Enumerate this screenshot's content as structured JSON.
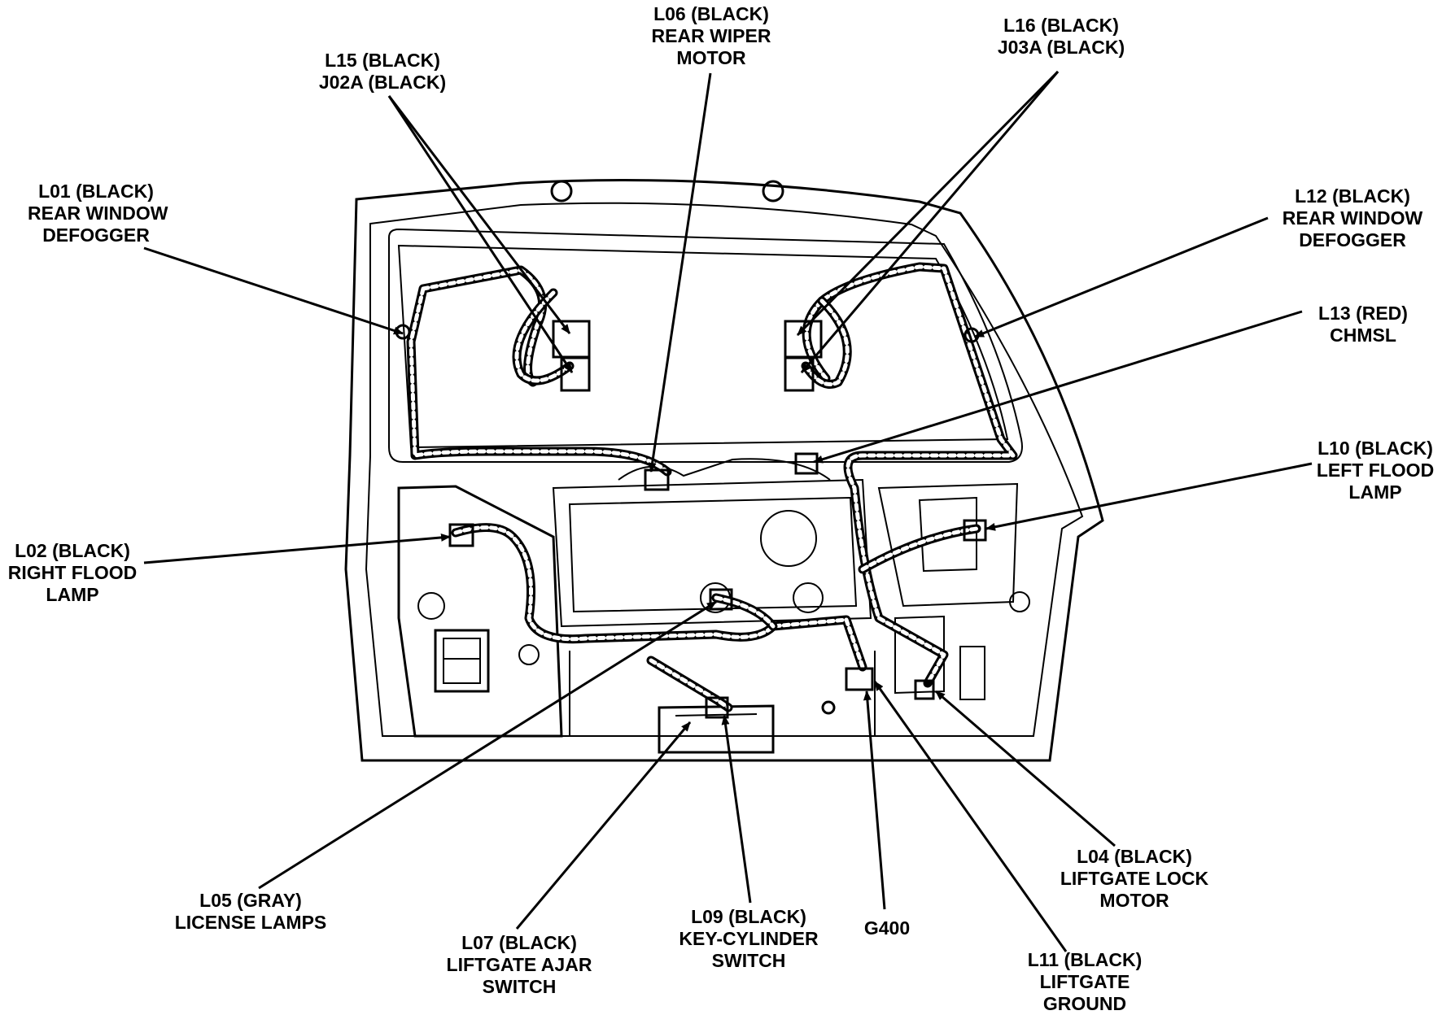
{
  "labels": {
    "l06": [
      "L06 (BLACK)",
      "REAR WIPER",
      "MOTOR"
    ],
    "l15": [
      "L15 (BLACK)",
      "J02A (BLACK)"
    ],
    "l16": [
      "L16 (BLACK)",
      "J03A (BLACK)"
    ],
    "l01": [
      "L01 (BLACK)",
      "REAR WINDOW",
      "DEFOGGER"
    ],
    "l12": [
      "L12 (BLACK)",
      "REAR WINDOW",
      "DEFOGGER"
    ],
    "l13": [
      "L13 (RED)",
      "CHMSL"
    ],
    "l10": [
      "L10 (BLACK)",
      "LEFT FLOOD",
      "LAMP"
    ],
    "l02": [
      "L02 (BLACK)",
      "RIGHT FLOOD",
      "LAMP"
    ],
    "l05": [
      "L05 (GRAY)",
      "LICENSE LAMPS"
    ],
    "l07": [
      "L07 (BLACK)",
      "LIFTGATE AJAR",
      "SWITCH"
    ],
    "l09": [
      "L09 (BLACK)",
      "KEY-CYLINDER",
      "SWITCH"
    ],
    "g400": [
      "G400"
    ],
    "l04": [
      "L04 (BLACK)",
      "LIFTGATE LOCK",
      "MOTOR"
    ],
    "l11": [
      "L11 (BLACK)",
      "LIFTGATE",
      "GROUND"
    ]
  }
}
